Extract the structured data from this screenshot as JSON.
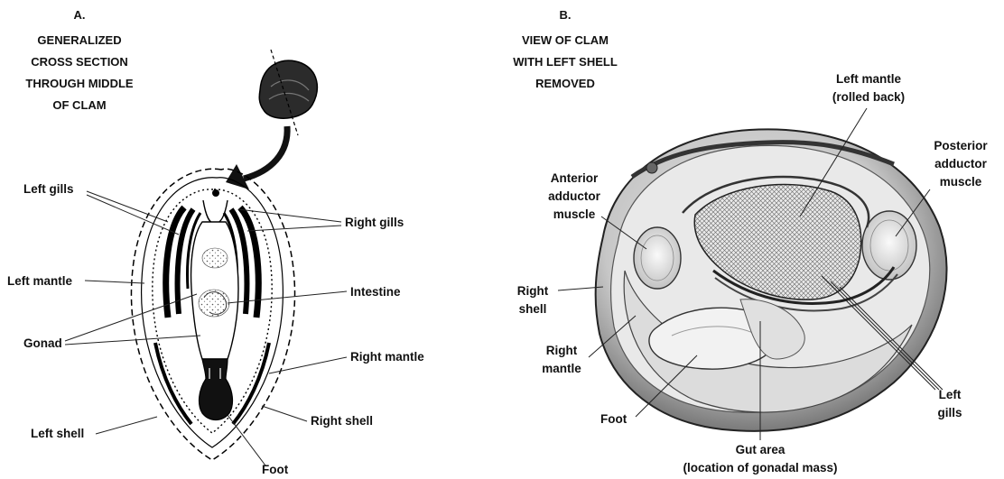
{
  "panel_a": {
    "letter": "A.",
    "title_lines": [
      "GENERALIZED",
      "CROSS SECTION",
      "THROUGH MIDDLE",
      "OF CLAM"
    ],
    "labels": {
      "left_gills": "Left gills",
      "right_gills": "Right gills",
      "left_mantle": "Left mantle",
      "intestine": "Intestine",
      "gonad": "Gonad",
      "right_mantle": "Right mantle",
      "left_shell": "Left shell",
      "right_shell": "Right shell",
      "foot": "Foot"
    }
  },
  "panel_b": {
    "letter": "B.",
    "title_lines": [
      "VIEW OF CLAM",
      "WITH LEFT SHELL",
      "REMOVED"
    ],
    "labels": {
      "left_mantle": [
        "Left  mantle",
        "(rolled back)"
      ],
      "posterior_adductor": [
        "Posterior",
        "adductor",
        "muscle"
      ],
      "anterior_adductor": [
        "Anterior",
        "adductor",
        "muscle"
      ],
      "right_shell": [
        "Right",
        "shell"
      ],
      "right_mantle": [
        "Right",
        "mantle"
      ],
      "left_gills": [
        "Left",
        "gills"
      ],
      "foot": "Foot",
      "gut_area": [
        "Gut area",
        "(location of gonadal mass)"
      ]
    }
  }
}
